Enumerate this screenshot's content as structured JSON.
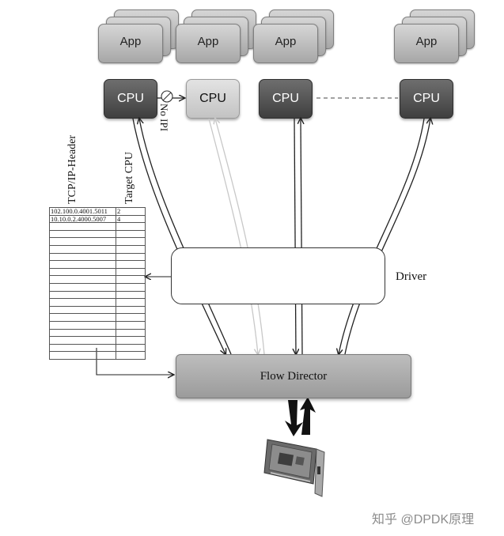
{
  "apps": [
    {
      "label": "App"
    },
    {
      "label": "App"
    },
    {
      "label": "App"
    },
    {
      "label": "App"
    }
  ],
  "cpus": [
    {
      "label": "CPU",
      "style": "dark"
    },
    {
      "label": "CPU",
      "style": "light"
    },
    {
      "label": "CPU",
      "style": "dark"
    },
    {
      "label": "CPU",
      "style": "dark"
    }
  ],
  "no_ipi_label": "No IPI",
  "table": {
    "header_col1": "TCP/IP-Header",
    "header_col2": "Target CPU",
    "rows": [
      {
        "header": "102.100.0.4001.5011",
        "cpu": "2"
      },
      {
        "header": "10.10.0.2.4000.5007",
        "cpu": "4"
      },
      {
        "header": "",
        "cpu": ""
      },
      {
        "header": "",
        "cpu": ""
      },
      {
        "header": "",
        "cpu": ""
      },
      {
        "header": "",
        "cpu": ""
      },
      {
        "header": "",
        "cpu": ""
      },
      {
        "header": "",
        "cpu": ""
      },
      {
        "header": "",
        "cpu": ""
      },
      {
        "header": "",
        "cpu": ""
      },
      {
        "header": "",
        "cpu": ""
      },
      {
        "header": "",
        "cpu": ""
      },
      {
        "header": "",
        "cpu": ""
      },
      {
        "header": "",
        "cpu": ""
      },
      {
        "header": "",
        "cpu": ""
      },
      {
        "header": "",
        "cpu": ""
      },
      {
        "header": "",
        "cpu": ""
      },
      {
        "header": "",
        "cpu": ""
      },
      {
        "header": "",
        "cpu": ""
      },
      {
        "header": "",
        "cpu": ""
      }
    ]
  },
  "driver_label": "Driver",
  "flow_director_label": "Flow Director",
  "watermark": "知乎 @DPDK原理",
  "colors": {
    "cpu_dark": "#4a4a4a",
    "cpu_light": "#d4d4d4",
    "app": "#bdbdbd",
    "flow_director": "#ababab",
    "arrow_light": "#c8c8c8",
    "arrow_dark": "#222222"
  }
}
